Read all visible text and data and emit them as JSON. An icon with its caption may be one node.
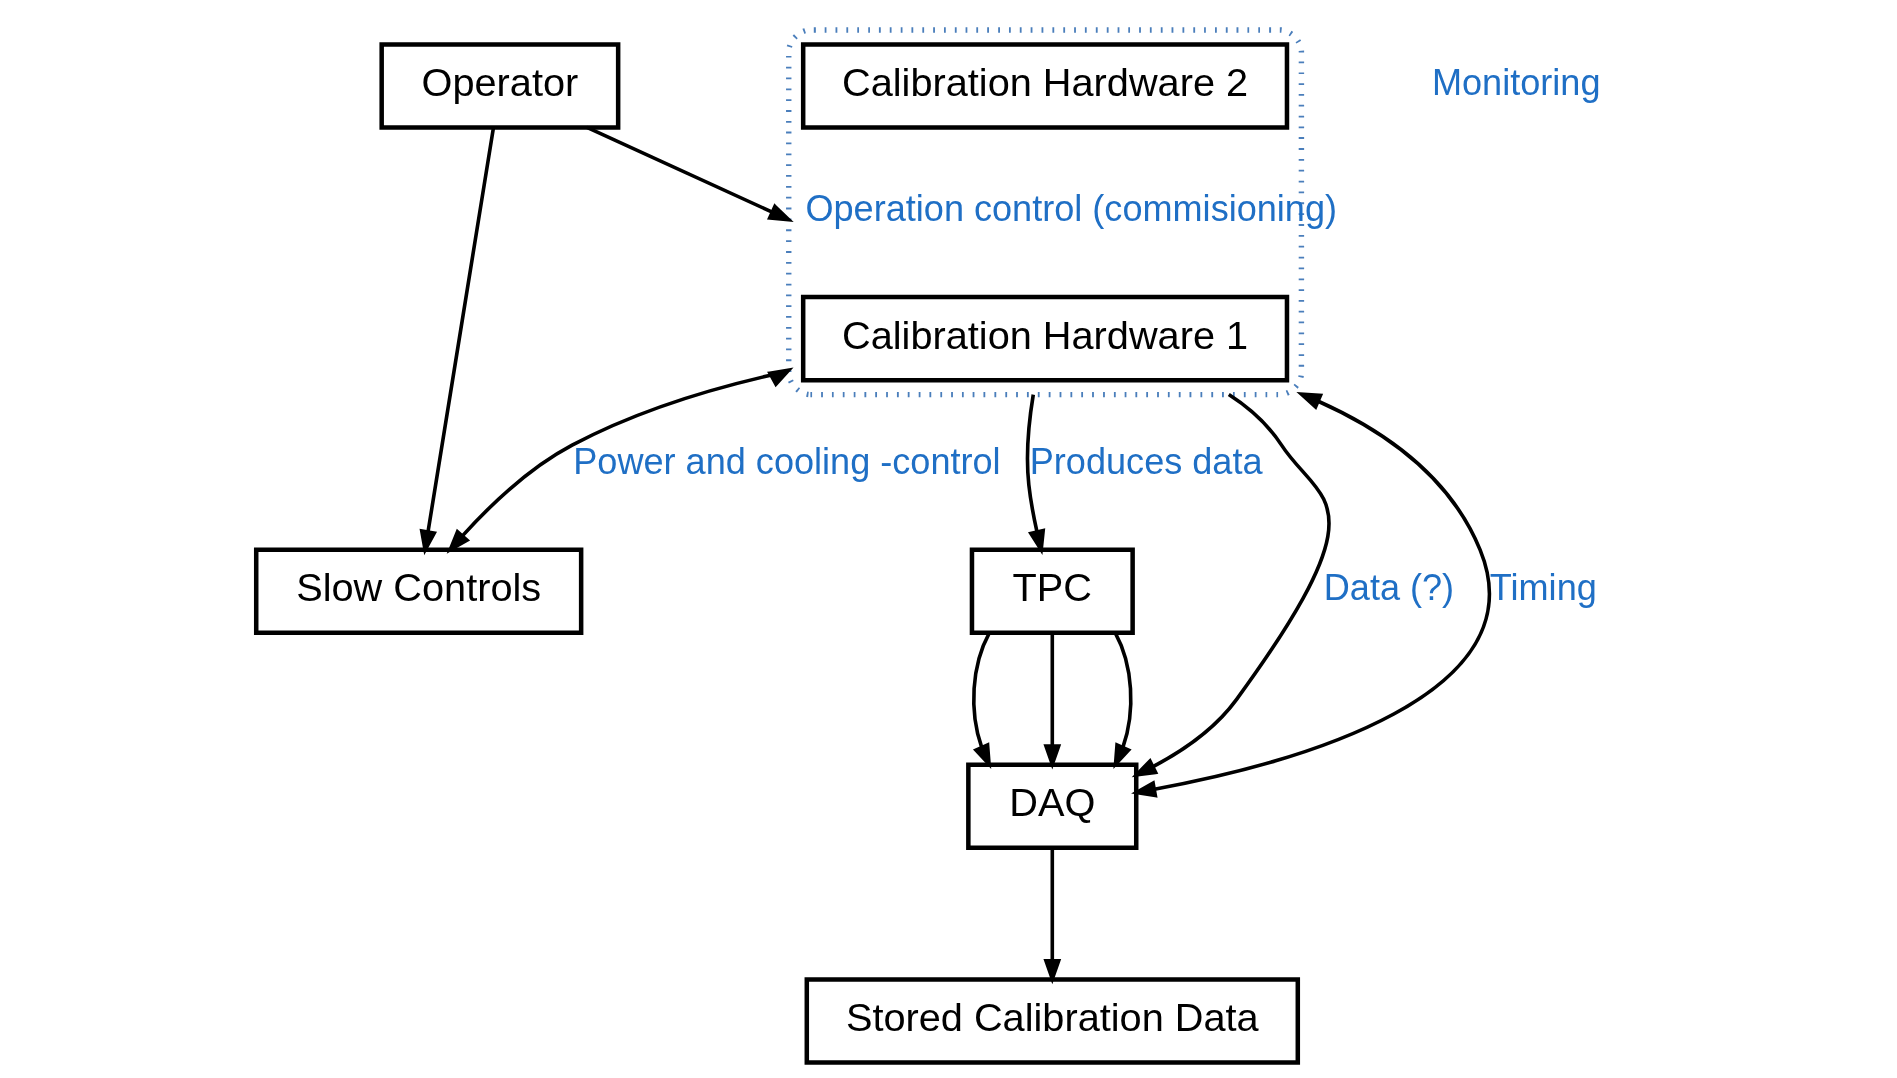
{
  "diagram": {
    "nodes": [
      {
        "text": [],
        "shape": "box"
      },
      {
        "text": [
          "Calibration Hardware 1"
        ],
        "in": 0
      },
      {
        "text": [
          "Calibration Hardware 2"
        ],
        "in": 0
      },
      {
        "text": [
          "Slow Controls"
        ]
      },
      {
        "text": [
          "Operator"
        ]
      },
      {
        "text": [
          "TPC"
        ]
      },
      {
        "text": [
          "DAQ"
        ]
      },
      {
        "text": [
          "Stored Calibration Data"
        ]
      }
    ],
    "edges": [
      {
        "from": 0,
        "to": 3,
        "arrow": "both",
        "label": "Power and cooling -control"
      },
      {
        "from": 4,
        "to": 3,
        "arrow": "to"
      },
      {
        "from": 4,
        "to": 0,
        "arrow": "to",
        "label": "Operation control (commisioning)"
      },
      {
        "from": 0,
        "to": 5,
        "arrow": "to",
        "label": "Produces data"
      },
      {
        "from": 0,
        "to": 6,
        "arrow": "to",
        "label": "Data (?)"
      },
      {
        "from": 6,
        "to": 0,
        "arrow": "both",
        "label": "Timing"
      },
      {
        "from": 5,
        "to": 6,
        "arrow": "to"
      },
      {
        "from": 5,
        "to": 6,
        "arrow": "to"
      },
      {
        "from": 5,
        "to": 6,
        "arrow": "to"
      },
      {
        "from": 6,
        "to": 7,
        "arrow": "to"
      }
    ],
    "labels": [
      "Monitoring"
    ]
  }
}
